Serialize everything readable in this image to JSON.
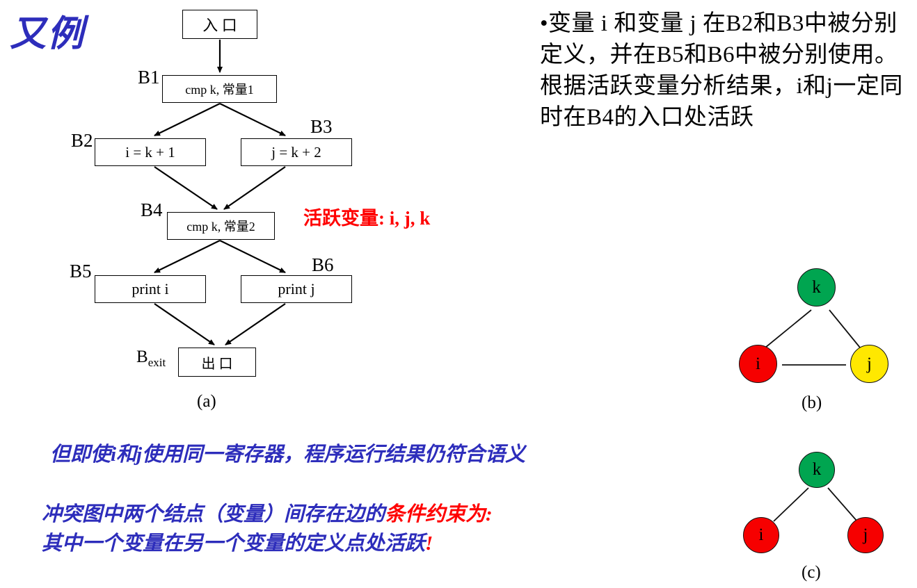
{
  "slide": {
    "title": "又例"
  },
  "flowchart": {
    "caption": "(a)",
    "blocks": [
      {
        "id": "entry",
        "label": "",
        "text": "入 口"
      },
      {
        "id": "b1",
        "label": "B1",
        "text": "cmp k, 常量1"
      },
      {
        "id": "b2",
        "label": "B2",
        "text": "i = k + 1"
      },
      {
        "id": "b3",
        "label": "B3",
        "text": "j = k + 2"
      },
      {
        "id": "b4",
        "label": "B4",
        "text": "cmp k, 常量2"
      },
      {
        "id": "b5",
        "label": "B5",
        "text": "print i"
      },
      {
        "id": "b6",
        "label": "B6",
        "text": "print j"
      },
      {
        "id": "exit",
        "label": "B",
        "label_sub": "exit",
        "text": "出 口"
      }
    ],
    "annotation": {
      "text": "活跃变量: i, j, k",
      "color": "#ff0000"
    }
  },
  "right_paragraph": {
    "text": "•变量 i 和变量 j 在B2和B3中被分别定义，并在B5和B6中被分别使用。根据活跃变量分析结果，i和j一定同时在B4的入口处活跃"
  },
  "bottom_notes": {
    "line1": "但即使i和j使用同一寄存器，程序运行结果仍符合语义",
    "line2_blue": "冲突图中两个结点（变量）间存在边的",
    "line2_red": "条件约束为:",
    "line3_blue": "其中一个变量在另一个变量的定义点处活跃",
    "line3_red": "!",
    "blue_color": "#2d2dbb",
    "red_color": "#ff0000"
  },
  "graph_b": {
    "caption": "(b)",
    "nodes": [
      {
        "id": "k",
        "label": "k",
        "color": "#00a550"
      },
      {
        "id": "i",
        "label": "i",
        "color": "#f60000"
      },
      {
        "id": "j",
        "label": "j",
        "color": "#ffe800"
      }
    ],
    "edges": [
      "k-i",
      "k-j",
      "i-j"
    ]
  },
  "graph_c": {
    "caption": "(c)",
    "nodes": [
      {
        "id": "k",
        "label": "k",
        "color": "#00a550"
      },
      {
        "id": "i",
        "label": "i",
        "color": "#f60000"
      },
      {
        "id": "j",
        "label": "j",
        "color": "#f60000"
      }
    ],
    "edges": [
      "k-i",
      "k-j"
    ]
  }
}
